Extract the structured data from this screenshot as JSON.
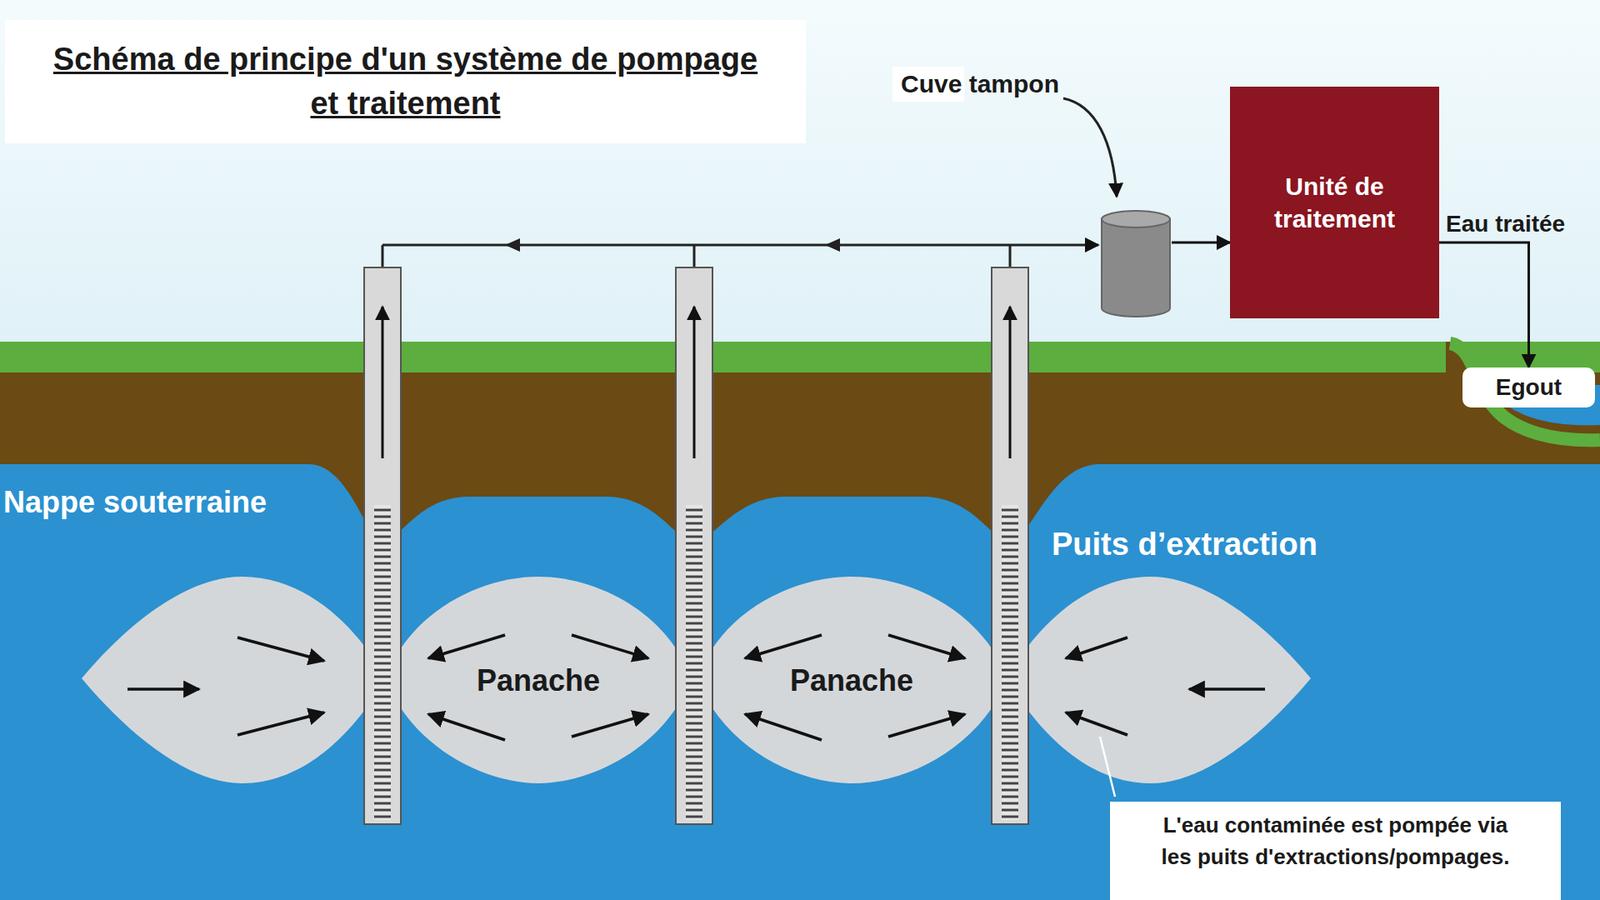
{
  "diagram": {
    "title": "Schéma de principe d'un système de pompage et traitement",
    "nodes": [
      {
        "text": [
          "Cuve tampon"
        ]
      },
      {
        "text": [
          "Unité de traitement"
        ]
      },
      {
        "text": [
          "Egout"
        ]
      }
    ],
    "edges": [
      {
        "from": 0,
        "to": 1,
        "arrow": "to"
      },
      {
        "from": 1,
        "to": 2,
        "arrow": "to",
        "label": "Eau traitée"
      }
    ],
    "labels": [
      "Nappe souterraine",
      "Puits d’extraction",
      "Panache",
      "Panache",
      "L'eau contaminée est pompée via les puits d'extractions/pompages."
    ]
  }
}
